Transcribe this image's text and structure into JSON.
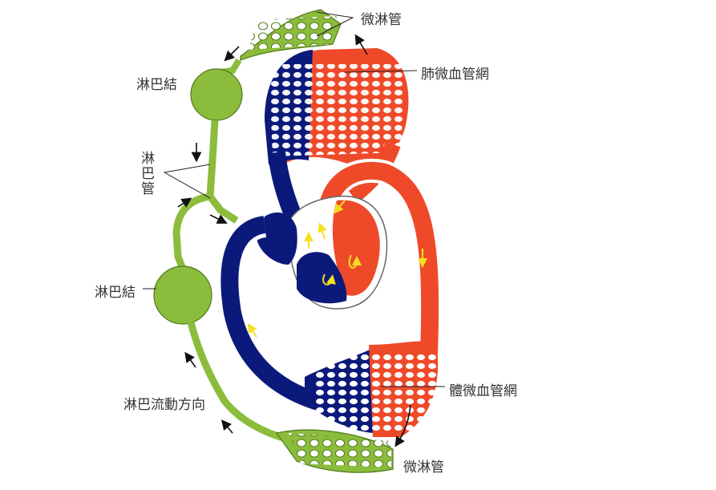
{
  "labels": {
    "lymph_capillary_top": "微淋管",
    "pulmonary_capillary_net": "肺微血管網",
    "lymph_node_top": "淋巴結",
    "lymph_vessel": "淋巴管",
    "lymph_node_middle": "淋巴結",
    "lymph_flow_direction": "淋巴流動方向",
    "systemic_capillary_net": "體微血管網",
    "lymph_capillary_bottom": "微淋管"
  },
  "colors": {
    "arterial": "#ee4a2a",
    "venous": "#0b1a7a",
    "lymph": "#8cbc3c",
    "lymph_outline": "#4e7a1a",
    "flow_arrow": "#f5e020"
  }
}
